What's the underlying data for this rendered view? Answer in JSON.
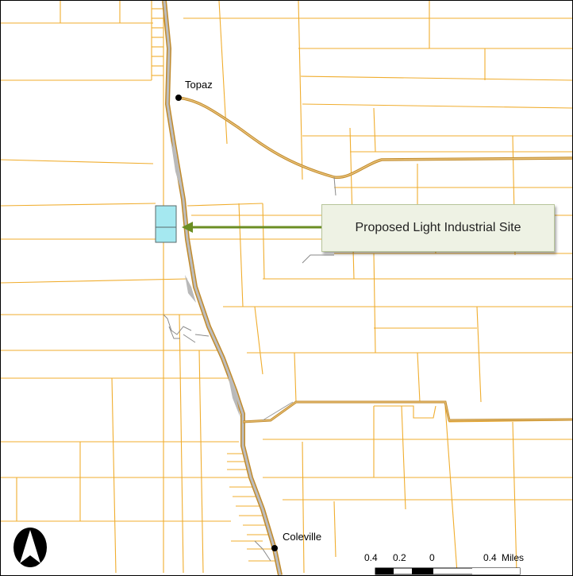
{
  "map": {
    "places": [
      {
        "id": "topaz",
        "name": "Topaz"
      },
      {
        "id": "coleville",
        "name": "Coleville"
      }
    ],
    "callout": {
      "label": "Proposed Light Industrial Site"
    },
    "scale_bar": {
      "ticks": [
        "0.4",
        "0.2",
        "0",
        "0.4"
      ],
      "unit": "Miles"
    },
    "north_arrow_icon": "north-arrow-icon",
    "colors": {
      "parcel_lines": "#f0ad2e",
      "highway_fill": "#b9b9b9",
      "highway_edge": "#c08a2c",
      "proposed_site": "#a5e8f0",
      "callout_arrow": "#6b8e23"
    }
  }
}
